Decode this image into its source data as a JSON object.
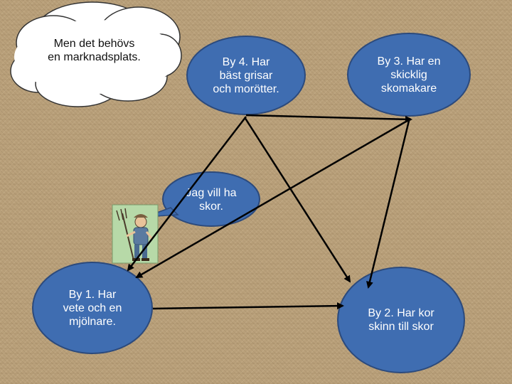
{
  "colors": {
    "background": "#b9a07a",
    "node_fill": "#3f6db1",
    "node_border": "#2c4a7c",
    "arrow": "#000000",
    "cloud_fill": "#ffffff"
  },
  "cloud": {
    "text": "Men det behövs\nen marknadsplats."
  },
  "speech": {
    "text": "Jag vill ha\nskor."
  },
  "villages": {
    "by1": "By 1. Har\nvete och en\nmjölnare.",
    "by2": "By 2. Har kor\nskinn till skor",
    "by3": "By 3. Har en\nskicklig\nskomakare",
    "by4": "By 4. Har\nbäst grisar\noch morötter."
  },
  "icons": {
    "farmer": "farmer-with-pitchfork-icon"
  }
}
